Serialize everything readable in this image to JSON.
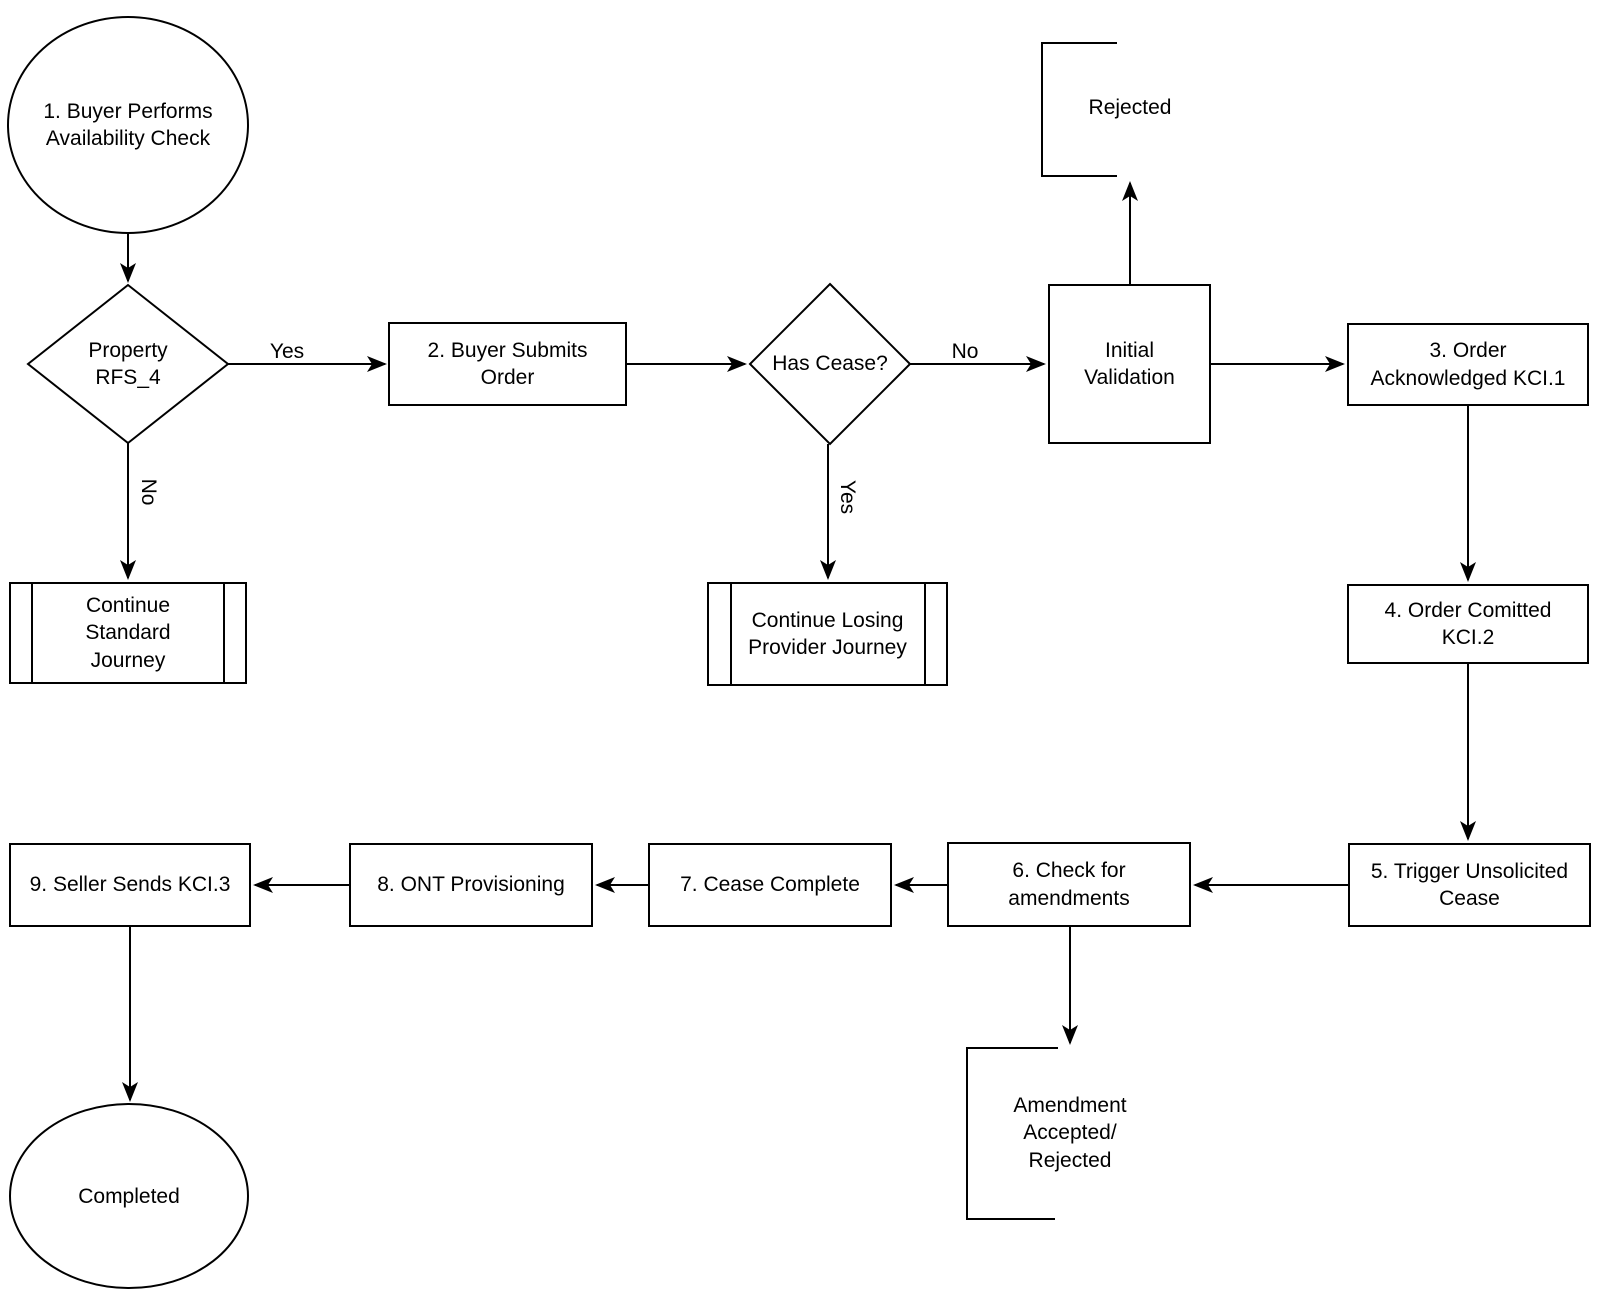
{
  "colors": {
    "background": "#ffffff",
    "shape_fill": "#ffffff",
    "stroke": "#000000",
    "text": "#000000"
  },
  "nodes": {
    "start": {
      "shape": "terminator-ellipse",
      "label": "1. Buyer Performs\nAvailability Check"
    },
    "property_rfs4": {
      "shape": "decision-diamond",
      "label": "Property\nRFS_4"
    },
    "buyer_submits_order": {
      "shape": "process-rect",
      "label": "2. Buyer Submits\nOrder"
    },
    "has_cease": {
      "shape": "decision-diamond",
      "label": "Has Cease?"
    },
    "continue_standard_journey": {
      "shape": "predefined-process",
      "label": "Continue\nStandard\nJourney"
    },
    "continue_losing_provider_journey": {
      "shape": "predefined-process",
      "label": "Continue Losing\nProvider Journey"
    },
    "initial_validation": {
      "shape": "process-rect",
      "label": "Initial\nValidation"
    },
    "rejected": {
      "shape": "bracket",
      "label": "Rejected"
    },
    "order_acknowledged": {
      "shape": "process-rect",
      "label": "3. Order\nAcknowledged KCI.1"
    },
    "order_comitted": {
      "shape": "process-rect",
      "label": "4. Order Comitted\nKCI.2"
    },
    "trigger_unsolicited_cease": {
      "shape": "process-rect",
      "label": "5. Trigger Unsolicited\nCease"
    },
    "check_for_amendments": {
      "shape": "process-rect",
      "label": "6. Check for\namendments"
    },
    "cease_complete": {
      "shape": "process-rect",
      "label": "7. Cease Complete"
    },
    "ont_provisioning": {
      "shape": "process-rect",
      "label": "8. ONT Provisioning"
    },
    "seller_sends_kci3": {
      "shape": "process-rect",
      "label": "9. Seller Sends KCI.3"
    },
    "amendment_accepted_rejected": {
      "shape": "bracket",
      "label": "Amendment\nAccepted/\nRejected"
    },
    "completed": {
      "shape": "terminator-ellipse",
      "label": "Completed"
    }
  },
  "edge_labels": {
    "property_yes": "Yes",
    "property_no": "No",
    "has_cease_no": "No",
    "has_cease_yes": "Yes"
  }
}
